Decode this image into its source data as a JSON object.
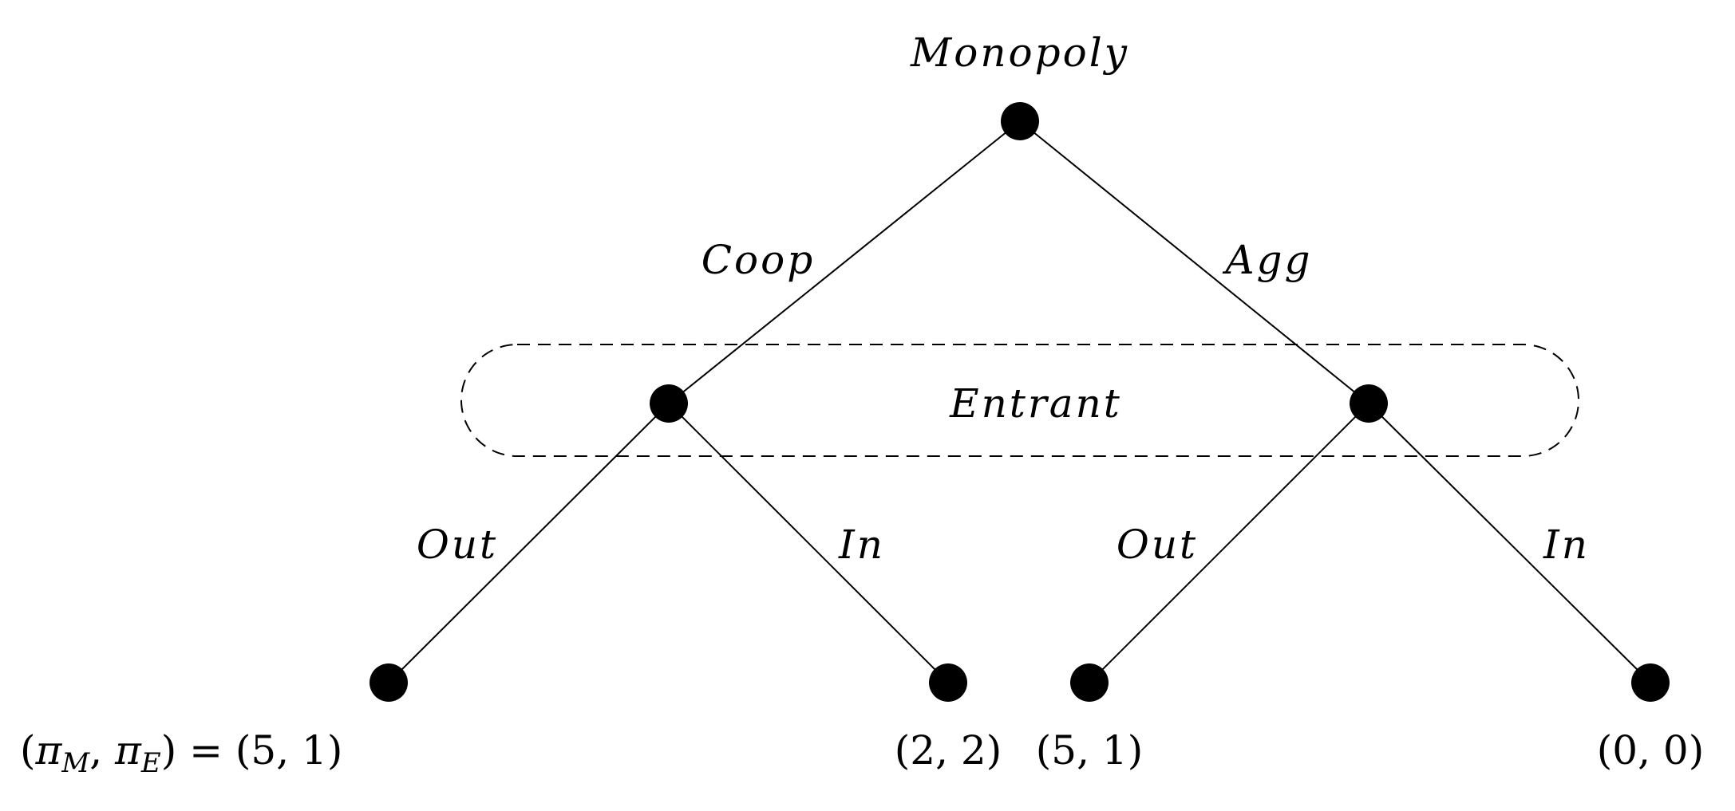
{
  "root": {
    "player": "Monopoly"
  },
  "monopoly_actions": {
    "left": "Coop",
    "right": "Agg"
  },
  "information_set": {
    "player": "Entrant"
  },
  "entrant_actions": {
    "left_node": {
      "left": "Out",
      "right": "In"
    },
    "right_node": {
      "left": "Out",
      "right": "In"
    }
  },
  "payoffs": {
    "prefix_open": "(",
    "pi": "π",
    "sub_m": "M",
    "sub_e": "E",
    "comma": ", ",
    "prefix_close": ") = ",
    "coop_out": "(5, 1)",
    "coop_in": "(2, 2)",
    "agg_out": "(5, 1)",
    "agg_in": "(0, 0)"
  }
}
